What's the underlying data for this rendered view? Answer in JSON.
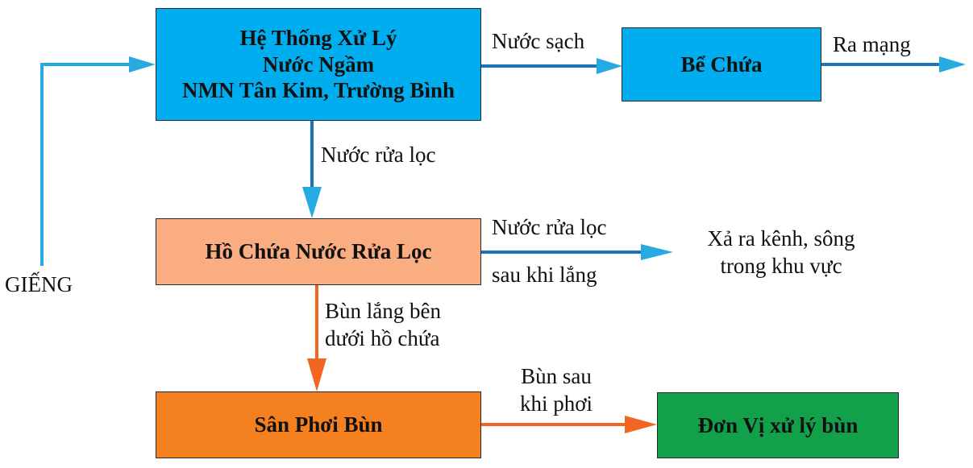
{
  "colors": {
    "box_blue": "#00aeef",
    "box_peach": "#f9ad81",
    "box_orange": "#f4801f",
    "box_green": "#12a04b",
    "arrow_blue": "#1b75bb",
    "arrow_light_blue": "#27aae1",
    "arrow_orange": "#f26522"
  },
  "nodes": {
    "treatment": {
      "lines": [
        "Hệ Thống Xử Lý",
        "Nước Ngầm",
        "NMN Tân Kim, Trường Bình"
      ]
    },
    "storage": {
      "label": "Bể Chứa"
    },
    "backwash_pond": {
      "label": "Hồ Chứa Nước Rửa Lọc"
    },
    "drying_yard": {
      "label": "Sân Phơi Bùn"
    },
    "sludge_unit": {
      "label": "Đơn Vị xử lý bùn"
    }
  },
  "labels": {
    "well": "GIẾNG",
    "clean_water": "Nước sạch",
    "to_network": "Ra mạng",
    "backwash": "Nước rửa lọc",
    "backwash_settled": {
      "line1": "Nước rửa lọc",
      "line2": "sau khi lắng"
    },
    "discharge": {
      "line1": "Xả ra kênh, sông",
      "line2": "trong khu vực"
    },
    "settled_sludge": {
      "line1": "Bùn lắng bên",
      "line2": "dưới hồ chứa"
    },
    "dried_sludge": {
      "line1": "Bùn sau",
      "line2": "khi phơi"
    }
  }
}
